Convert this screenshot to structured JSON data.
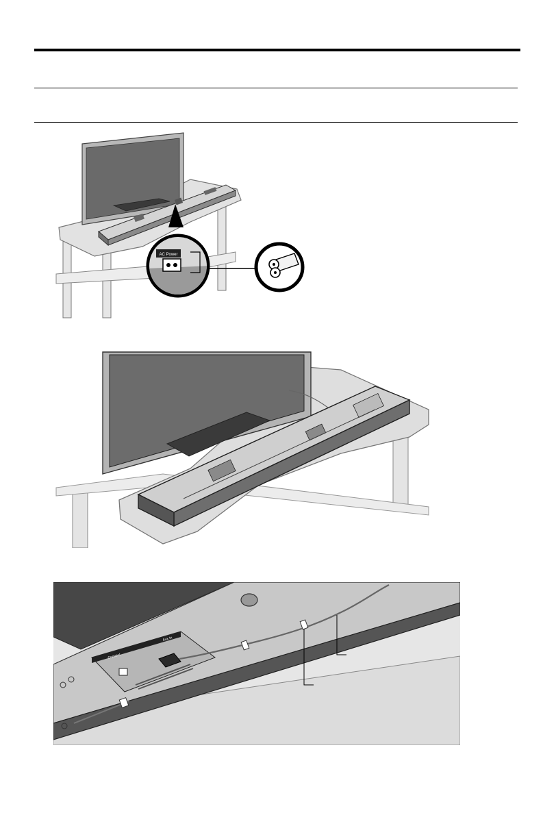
{
  "page": {
    "figures": [
      {
        "name": "soundbar-power-connection"
      },
      {
        "name": "soundbar-placement-under-tv"
      },
      {
        "name": "cord-routing-closeup"
      }
    ]
  },
  "labels": {
    "panel_power": "AC Power",
    "panel_aux": "Aux In",
    "panel_connect": "Connect"
  },
  "colors": {
    "line": "#000000",
    "tv_screen": "#6a6a6a",
    "tv_frame": "#b8b8b8",
    "stand_glass": "#e4e4e4",
    "speaker_body": "#c8c8c8",
    "speaker_dark": "#555555"
  }
}
